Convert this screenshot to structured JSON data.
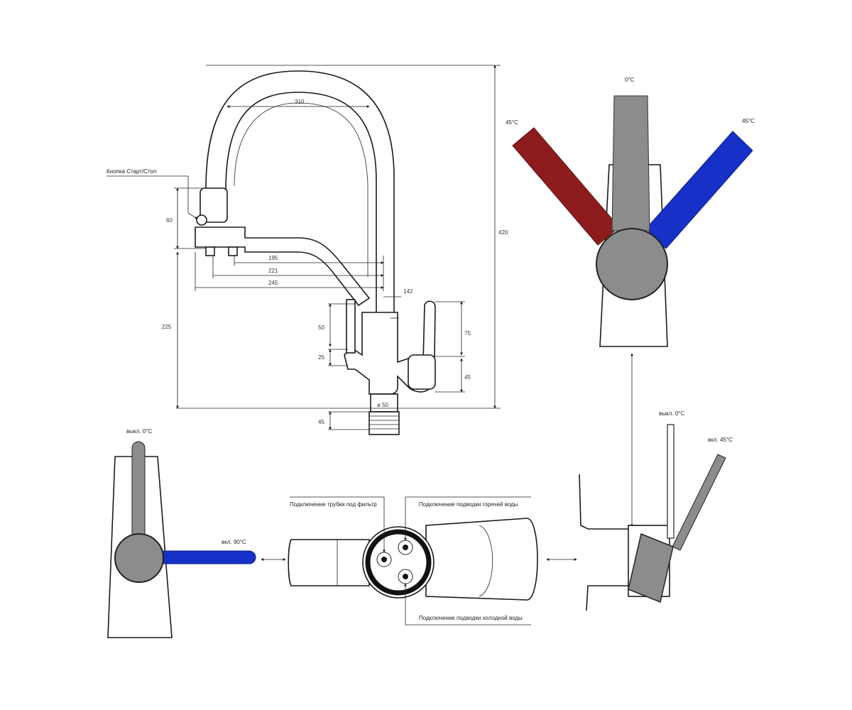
{
  "colors": {
    "hot": "#8e1c1e",
    "cold": "#1630c8",
    "gray": "#8c8c8c",
    "line": "#1a1a1a"
  },
  "side_view": {
    "label_button": "Кнопка Старт/Стоп",
    "dim_310": "310",
    "dim_420": "420",
    "dim_60": "60",
    "dim_225": "225",
    "dim_195": "195",
    "dim_221": "221",
    "dim_245": "245",
    "dim_142": "142",
    "dim_50": "50",
    "dim_75": "75",
    "dim_25": "25",
    "dim_45a": "45",
    "dim_45b": "45",
    "dim_d50": "ø 50"
  },
  "top_right": {
    "label_top": "0°C",
    "label_left": "45°C",
    "label_right": "45°C"
  },
  "bottom_left": {
    "label_top": "выкл. 0°C",
    "label_right": "вкл. 90°C"
  },
  "bottom_center": {
    "label_filter": "Подключение трубки под фильтр",
    "label_hot": "Подключение подводки горячей воды",
    "label_cold": "Подключение подводки холодной воды"
  },
  "bottom_right": {
    "label_off": "выкл. 0°C",
    "label_on": "вкл. 45°C"
  }
}
